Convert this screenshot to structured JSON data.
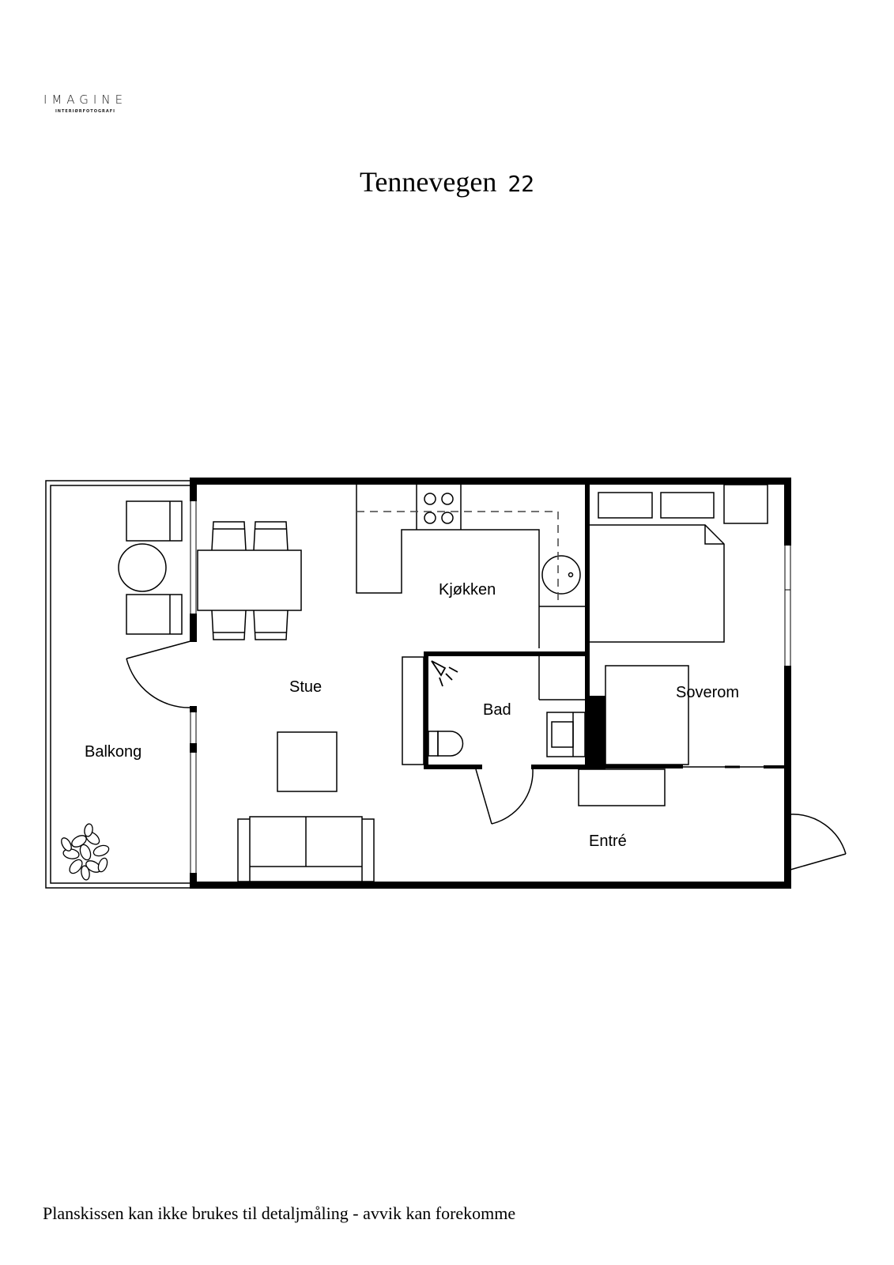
{
  "logo": {
    "name": "IMAGINE",
    "tagline": "INTERIØRFOTOGRAFI"
  },
  "header": {
    "street": "Tennevegen",
    "number": "22"
  },
  "rooms": {
    "balkong": "Balkong",
    "stue": "Stue",
    "kjokken": "Kjøkken",
    "bad": "Bad",
    "soverom": "Soverom",
    "entre": "Entré"
  },
  "footer": {
    "disclaimer": "Planskissen kan ikke brukes til detaljmåling - avvik kan forekomme"
  },
  "colors": {
    "wall": "#000000",
    "line": "#000000",
    "dash": "#444444",
    "background": "#ffffff"
  }
}
